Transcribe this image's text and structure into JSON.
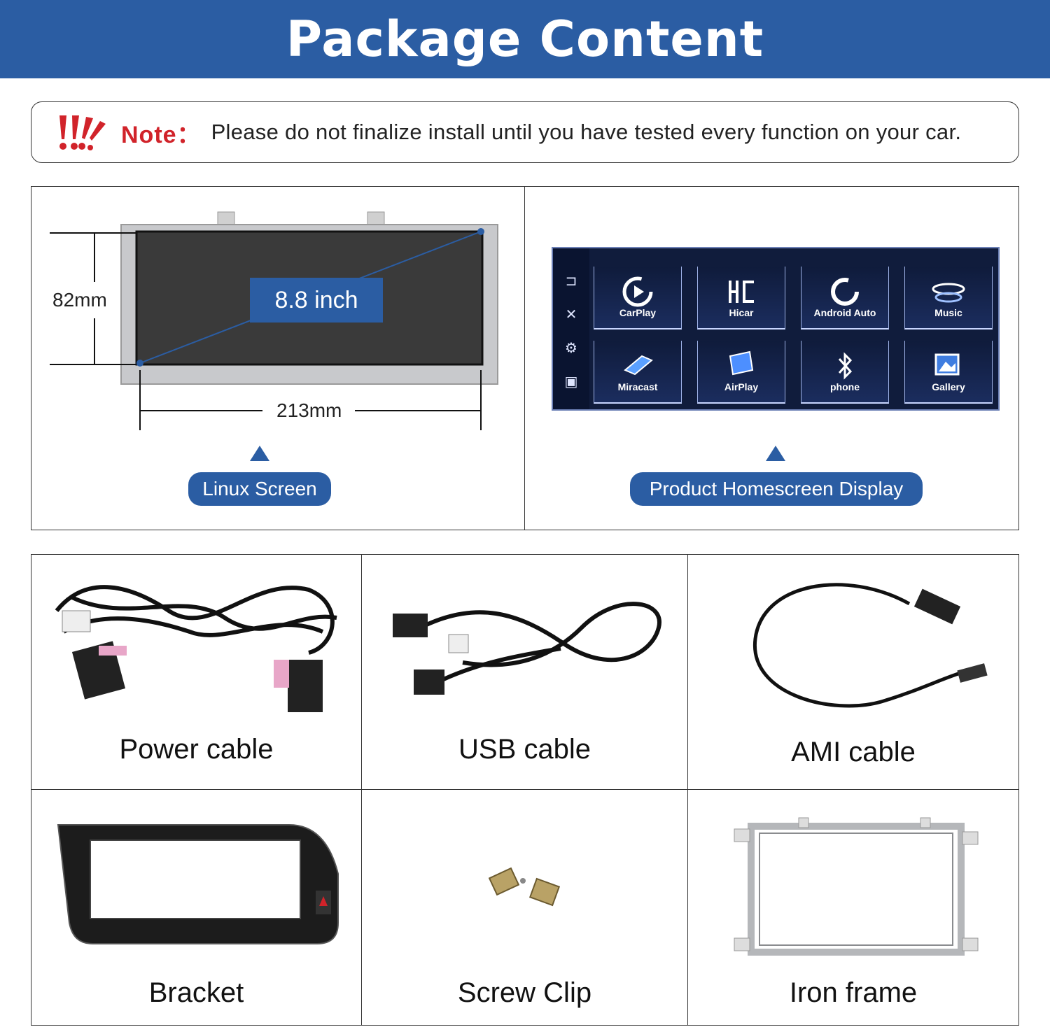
{
  "header": {
    "title": "Package Content"
  },
  "note": {
    "label": "Note：",
    "text": "Please do not finalize install until you have tested every function on your car."
  },
  "screen_panel": {
    "height_label": "82mm",
    "size_label": "8.8 inch",
    "width_label": "213mm",
    "caption": "Linux Screen"
  },
  "homescreen_panel": {
    "caption": "Product Homescreen Display",
    "apps": [
      "CarPlay",
      "Hicar",
      "Android Auto",
      "Music",
      "Miracast",
      "AirPlay",
      "phone",
      "Gallery"
    ]
  },
  "items": [
    "Power cable",
    "USB cable",
    "AMI cable",
    "Bracket",
    "Screw Clip",
    "Iron frame"
  ],
  "colors": {
    "brand_blue": "#2b5da3",
    "note_red": "#d1232a"
  }
}
